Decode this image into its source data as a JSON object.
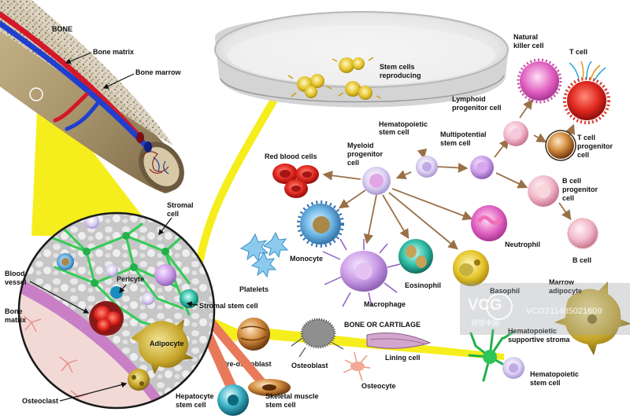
{
  "labels": {
    "bone": "BONE",
    "bone_matrix": "Bone matrix",
    "bone_marrow": "Bone marrow",
    "stem_cells_reproducing_1": "Stem cells",
    "stem_cells_reproducing_2": "reproducing",
    "natural_killer_1": "Natural",
    "natural_killer_2": "killer cell",
    "t_cell": "T cell",
    "lymphoid_progenitor_1": "Lymphoid",
    "lymphoid_progenitor_2": "progenitor cell",
    "hematopoietic_stem_1": "Hematopoietic",
    "hematopoietic_stem_2": "stem cell",
    "multipotential_1": "Multipotential",
    "multipotential_2": "stem cell",
    "t_cell_progenitor_1": "T cell",
    "t_cell_progenitor_2": "progenitor",
    "t_cell_progenitor_3": "cell",
    "myeloid_progenitor_1": "Myeloid",
    "myeloid_progenitor_2": "progenitor",
    "myeloid_progenitor_3": "cell",
    "red_blood_cells": "Red blood cells",
    "b_cell_progenitor_1": "B cell",
    "b_cell_progenitor_2": "progenitor",
    "b_cell_progenitor_3": "cell",
    "stromal_cell_1": "Stromal",
    "stromal_cell_2": "cell",
    "monocyte": "Monocyte",
    "neutrophil": "Neutrophil",
    "platelets": "Platelets",
    "b_cell": "B cell",
    "blood_vessel_1": "Blood",
    "blood_vessel_2": "vessel",
    "pericyte": "Pericyte",
    "eosinophil": "Eosinophil",
    "basophil": "Basophil",
    "marrow_adipocyte_1": "Marrow",
    "marrow_adipocyte_2": "adipocyte",
    "macrophage": "Macrophage",
    "stromal_stem_cell": "Stromal stem cell",
    "bone_matrix_2_1": "Bone",
    "bone_matrix_2_2": "matrix",
    "adipocyte": "Adipocyte",
    "bone_or_cartilage": "BONE OR CARTILAGE",
    "hematopoietic_supportive_1": "Hematopoietic",
    "hematopoietic_supportive_2": "supportive stroma",
    "lining_cell": "Lining cell",
    "pre_osteoblast": "Pre-osteoblast",
    "osteoblast": "Osteoblast",
    "hematopoietic_stem_b_1": "Hematopoietic",
    "hematopoietic_stem_b_2": "stem cell",
    "osteocyte": "Osteocyte",
    "osteoclast": "Osteoclast",
    "hepatocyte_1": "Hepatocyte",
    "hepatocyte_2": "stem cell",
    "skeletal_1": "Skeletal muscle",
    "skeletal_2": "stem cell"
  },
  "watermark": {
    "brand": "VCG",
    "caption": "视觉中国",
    "id": "VCG211485021609"
  },
  "colors": {
    "highlight_yellow": "#f5ee1c",
    "arrow_brown": "#9a7046",
    "stromal_green": "#33cc55",
    "vessel_red": "#d4182a",
    "vessel_blue": "#1f3fcf"
  }
}
